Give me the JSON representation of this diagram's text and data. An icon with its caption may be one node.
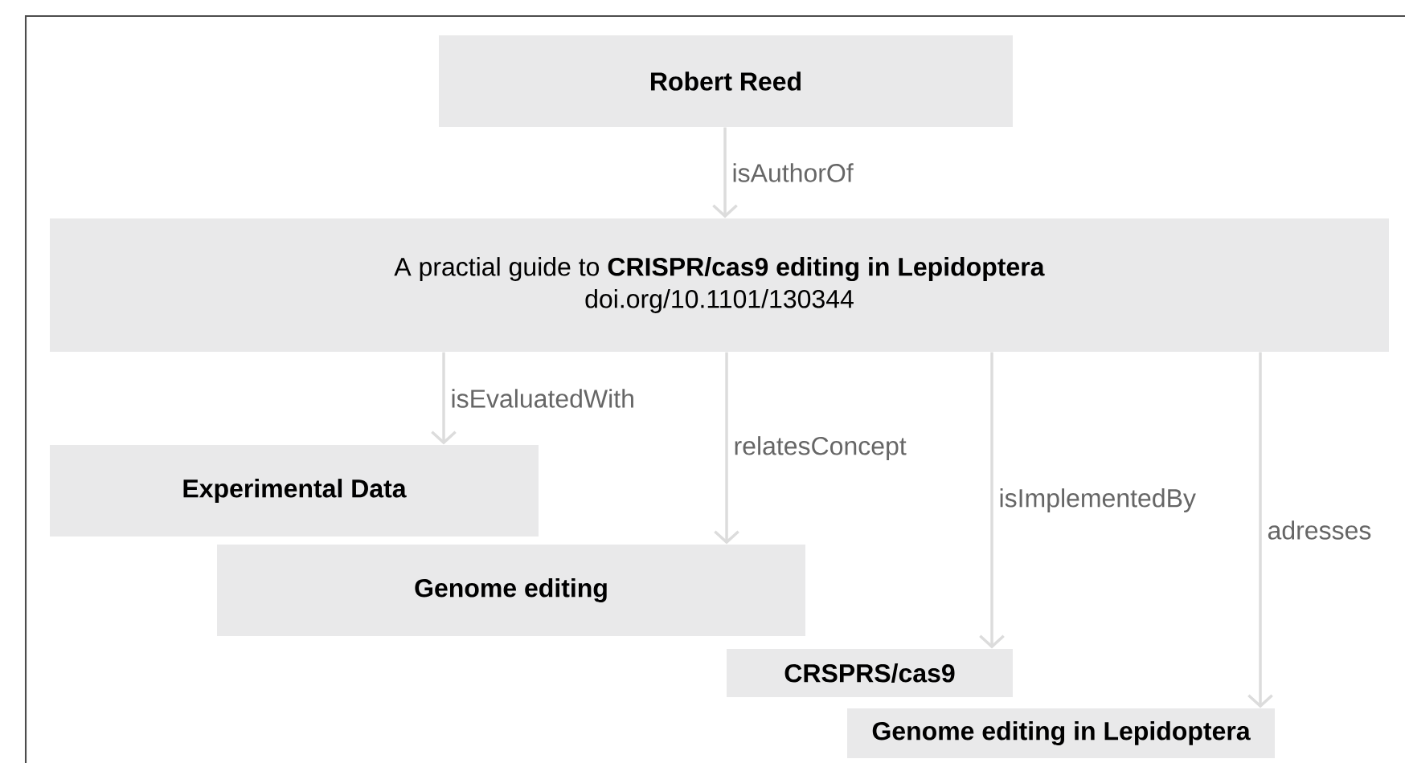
{
  "diagram": {
    "nodes": [
      {
        "text": [
          "Robert Reed"
        ]
      },
      {
        "text": [
          "A practial guide to **CRISPR/cas9 editing in Lepidoptera**",
          "doi.org/10.1101/130344"
        ]
      },
      {
        "text": [
          "Experimental Data"
        ]
      },
      {
        "text": [
          "Genome editing"
        ]
      },
      {
        "text": [
          "CRSPRS/cas9"
        ]
      },
      {
        "text": [
          "Genome editing in Lepidoptera"
        ]
      }
    ],
    "edges": [
      {
        "from": 0,
        "to": 1,
        "arrow": "to",
        "label": "isAuthorOf"
      },
      {
        "from": 1,
        "to": 2,
        "arrow": "to",
        "label": "isEvaluatedWith"
      },
      {
        "from": 1,
        "to": 3,
        "arrow": "to",
        "label": "relatesConcept"
      },
      {
        "from": 1,
        "to": 4,
        "arrow": "to",
        "label": "isImplementedBy"
      },
      {
        "from": 1,
        "to": 5,
        "arrow": "to",
        "label": "adresses"
      }
    ]
  }
}
